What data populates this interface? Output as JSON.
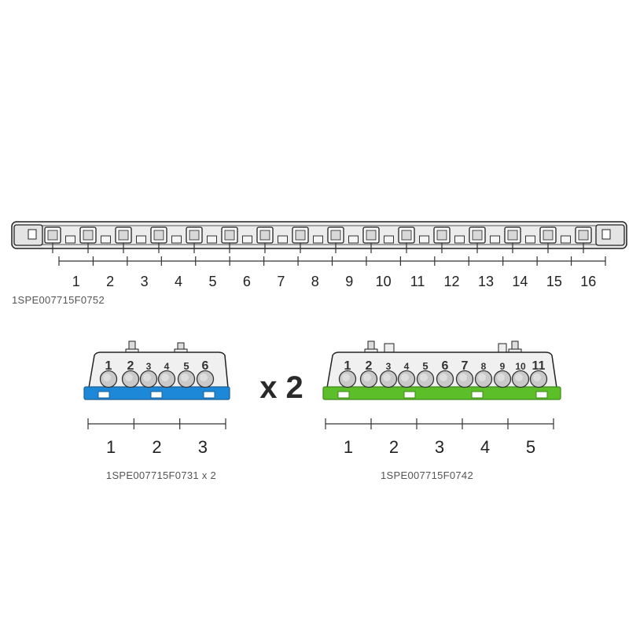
{
  "top_bar": {
    "code_label": "1SPE007715F0752",
    "module_count": 16,
    "scale_numbers": [
      "1",
      "2",
      "3",
      "4",
      "5",
      "6",
      "7",
      "8",
      "9",
      "10",
      "11",
      "12",
      "13",
      "14",
      "15",
      "16"
    ]
  },
  "blue_block": {
    "accent_color": "#1e88d8",
    "terminal_numbers": [
      "1",
      "2",
      "3",
      "4",
      "5",
      "6"
    ],
    "scale_numbers": [
      "1",
      "2",
      "3"
    ],
    "code_label": "1SPE007715F0731 x 2"
  },
  "multiplier": {
    "label": "x 2"
  },
  "green_block": {
    "accent_color": "#5cbf2a",
    "terminal_numbers": [
      "1",
      "2",
      "3",
      "4",
      "5",
      "6",
      "7",
      "8",
      "9",
      "10",
      "11"
    ],
    "scale_numbers": [
      "1",
      "2",
      "3",
      "4",
      "5"
    ],
    "code_label": "1SPE007715F0742"
  }
}
